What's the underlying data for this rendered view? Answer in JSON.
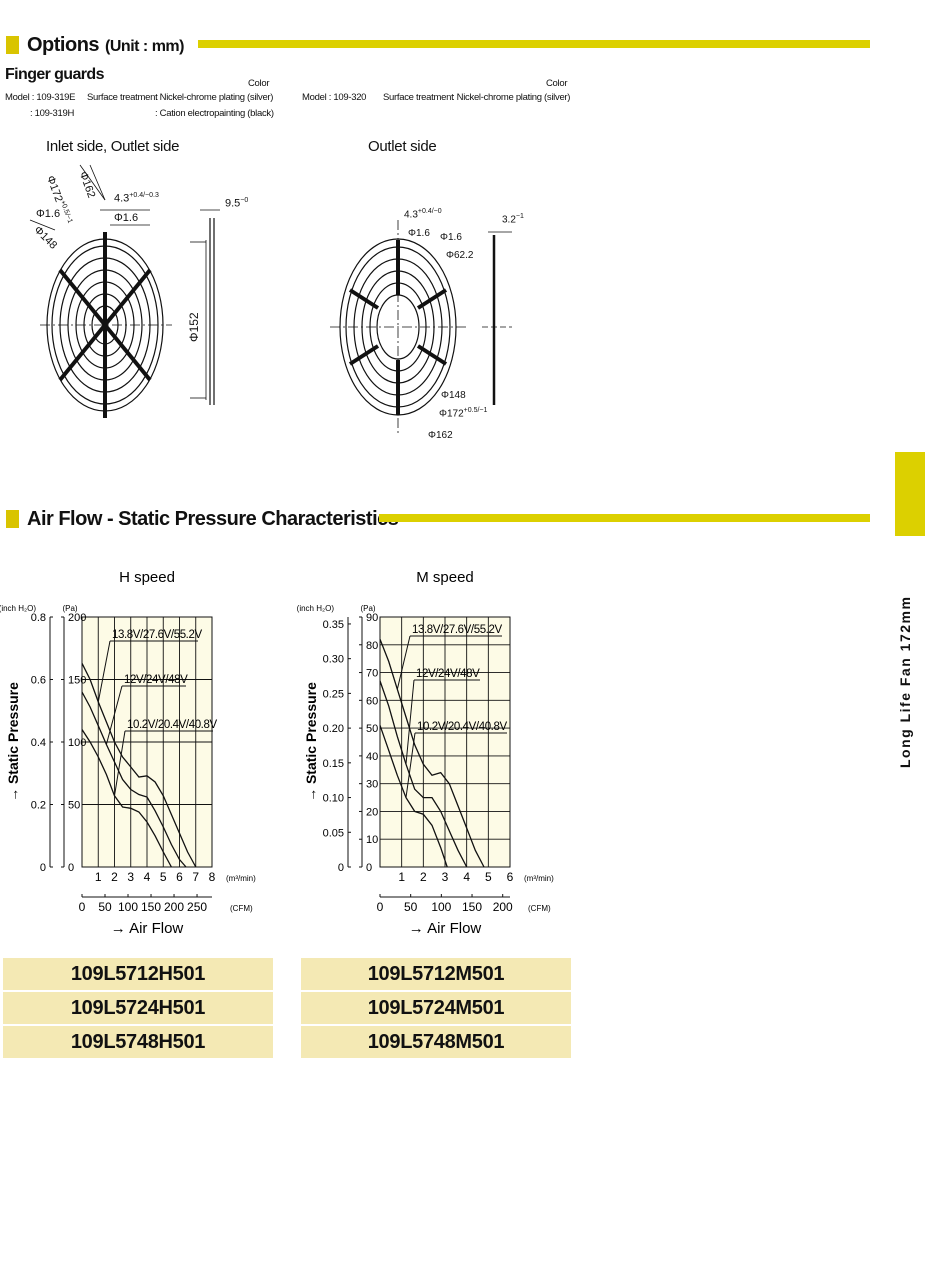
{
  "options": {
    "title": "Options",
    "unit": "(Unit : mm)"
  },
  "finger_guards": {
    "title": "Finger guards",
    "left": {
      "color_header": "Color",
      "model_line1": "Model : 109-319E",
      "treatment_label": "Surface treatment",
      "treatment_line1": ": Nickel-chrome plating (silver)",
      "model_line2": ": 109-319H",
      "treatment_line2": ": Cation electropainting (black)"
    },
    "right": {
      "color_header": "Color",
      "model_line1": "Model : 109-320",
      "treatment_label": "Surface treatment",
      "treatment_line1": ": Nickel-chrome plating (silver)"
    }
  },
  "drawings": {
    "left_title": "Inlet side, Outlet side",
    "right_title": "Outlet side",
    "left_dims": {
      "d172": "Φ172",
      "d172_tol": "+0.5/−1",
      "d162": "Φ162",
      "d16a": "Φ1.6",
      "d148": "Φ148",
      "d43": "4.3",
      "d43_tol": "+0.4/−0.3",
      "d16b": "Φ1.6",
      "d95": "9.5",
      "d95_tol": "−0",
      "d152": "Φ152"
    },
    "right_dims": {
      "d43": "4.3",
      "d43_tol": "+0.4/−0",
      "d16a": "Φ1.6",
      "d16b": "Φ1.6",
      "d622": "Φ62.2",
      "d32": "3.2",
      "d32_tol": "−1",
      "d148": "Φ148",
      "d172": "Φ172",
      "d172_tol": "+0.5/−1",
      "d162": "Φ162"
    }
  },
  "airflow": {
    "title": "Air Flow - Static Pressure Characteristics"
  },
  "chart_data": [
    {
      "type": "line",
      "title": "H speed",
      "ylabel": "→ Static Pressure",
      "xlabel": "→ Air Flow",
      "y_unit_inch": "(inch H₂O)",
      "y_unit_pa": "(Pa)",
      "x_unit_m3": "(m³/min)",
      "x_unit_cfm": "(CFM)",
      "ylim": [
        0,
        200
      ],
      "xlim": [
        0,
        8
      ],
      "y_ticks_inch": [
        "0",
        "0.2",
        "0.4",
        "0.6",
        "0.8"
      ],
      "y_ticks_pa": [
        "0",
        "50",
        "100",
        "150",
        "200"
      ],
      "x_ticks_m3": [
        "1",
        "2",
        "3",
        "4",
        "5",
        "6",
        "7",
        "8"
      ],
      "x_ticks_cfm": [
        "0",
        "50",
        "100",
        "150",
        "200",
        "250"
      ],
      "grid": true,
      "series": [
        {
          "name": "13.8V/27.6V/55.2V",
          "x": [
            0,
            0.5,
            1,
            1.5,
            2,
            2.5,
            3,
            3.5,
            4,
            4.5,
            5,
            5.5,
            6,
            6.5,
            7
          ],
          "y": [
            163,
            150,
            132,
            116,
            100,
            88,
            80,
            72,
            73,
            68,
            57,
            42,
            27,
            12,
            0
          ]
        },
        {
          "name": "12V/24V/48V",
          "x": [
            0,
            0.5,
            1,
            1.5,
            2,
            2.5,
            3,
            3.5,
            4,
            4.5,
            5,
            5.5,
            6,
            6.4
          ],
          "y": [
            140,
            128,
            113,
            98,
            84,
            70,
            62,
            58,
            56,
            45,
            32,
            18,
            6,
            0
          ]
        },
        {
          "name": "10.2V/20.4V/40.8V",
          "x": [
            0,
            0.5,
            1,
            1.5,
            2,
            2.5,
            3,
            3.5,
            4,
            4.5,
            5,
            5.5
          ],
          "y": [
            110,
            100,
            88,
            74,
            57,
            48,
            47,
            44,
            36,
            25,
            12,
            0
          ]
        }
      ]
    },
    {
      "type": "line",
      "title": "M speed",
      "ylabel": "→ Static Pressure",
      "xlabel": "→ Air Flow",
      "y_unit_inch": "(inch H₂O)",
      "y_unit_pa": "(Pa)",
      "x_unit_m3": "(m³/min)",
      "x_unit_cfm": "(CFM)",
      "ylim": [
        0,
        90
      ],
      "xlim": [
        0,
        6
      ],
      "y_ticks_inch": [
        "0",
        "0.05",
        "0.10",
        "0.15",
        "0.20",
        "0.25",
        "0.30",
        "0.35"
      ],
      "y_ticks_pa": [
        "0",
        "10",
        "20",
        "30",
        "40",
        "50",
        "60",
        "70",
        "80",
        "90"
      ],
      "x_ticks_m3": [
        "1",
        "2",
        "3",
        "4",
        "5",
        "6"
      ],
      "x_ticks_cfm": [
        "0",
        "50",
        "100",
        "150",
        "200"
      ],
      "grid": true,
      "series": [
        {
          "name": "13.8V/27.6V/55.2V",
          "x": [
            0,
            0.4,
            0.8,
            1.2,
            1.6,
            2.0,
            2.4,
            2.8,
            3.2,
            3.6,
            4.0,
            4.4,
            4.8
          ],
          "y": [
            82,
            74,
            64,
            54,
            44,
            37,
            33,
            34,
            30,
            22,
            14,
            6,
            0
          ]
        },
        {
          "name": "12V/24V/48V",
          "x": [
            0,
            0.4,
            0.8,
            1.2,
            1.6,
            2.0,
            2.4,
            2.8,
            3.2,
            3.6,
            4.0
          ],
          "y": [
            67,
            58,
            47,
            37,
            28,
            25,
            25,
            20,
            13,
            6,
            0
          ]
        },
        {
          "name": "10.2V/20.4V/40.8V",
          "x": [
            0,
            0.4,
            0.8,
            1.2,
            1.6,
            2.0,
            2.4,
            2.8,
            3.1
          ],
          "y": [
            51,
            42,
            33,
            25,
            20,
            19,
            15,
            7,
            0
          ]
        }
      ]
    }
  ],
  "models": {
    "h": [
      "109L5712H501",
      "109L5724H501",
      "109L5748H501"
    ],
    "m": [
      "109L5712M501",
      "109L5724M501",
      "109L5748M501"
    ]
  },
  "side_tab": "Long Life Fan 172mm",
  "colors": {
    "accent": "#dcd000",
    "chart_bg": "#fdfbe6",
    "model_bg": "#f4e9b4"
  }
}
